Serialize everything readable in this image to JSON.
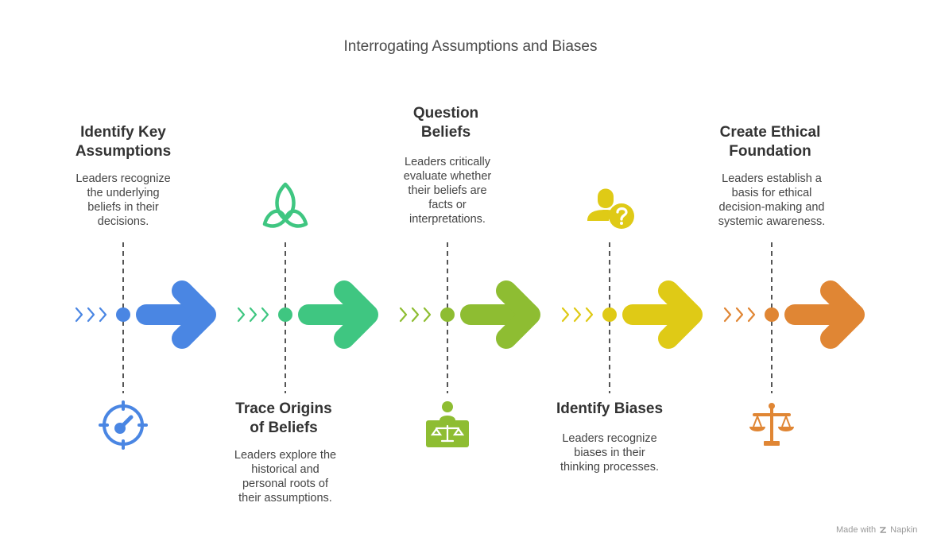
{
  "title": "Interrogating Assumptions and Biases",
  "steps": [
    {
      "heading_1": "Identify Key",
      "heading_2": "Assumptions",
      "desc": [
        "Leaders recognize",
        "the underlying",
        "beliefs in their",
        "decisions."
      ],
      "color": "#4a86e3",
      "icon": "target-icon"
    },
    {
      "heading_1": "Trace Origins",
      "heading_2": "of Beliefs",
      "desc": [
        "Leaders explore the",
        "historical and",
        "personal roots of",
        "their assumptions."
      ],
      "color": "#3fc681",
      "icon": "triquetra-icon"
    },
    {
      "heading_1": "Question",
      "heading_2": "Beliefs",
      "desc": [
        "Leaders critically",
        "evaluate whether",
        "their beliefs are",
        "facts or",
        "interpretations."
      ],
      "color": "#8ebd32",
      "icon": "judge-scales-icon"
    },
    {
      "heading_1": "Identify Biases",
      "heading_2": "",
      "desc": [
        "Leaders recognize",
        "biases in their",
        "thinking processes."
      ],
      "color": "#dfca16",
      "icon": "person-question-icon"
    },
    {
      "heading_1": "Create Ethical",
      "heading_2": "Foundation",
      "desc": [
        "Leaders establish a",
        "basis for ethical",
        "decision-making and",
        "systemic awareness."
      ],
      "color": "#e08634",
      "icon": "balance-scale-icon"
    }
  ],
  "footer": {
    "made_with": "Made with",
    "brand": "Napkin"
  }
}
